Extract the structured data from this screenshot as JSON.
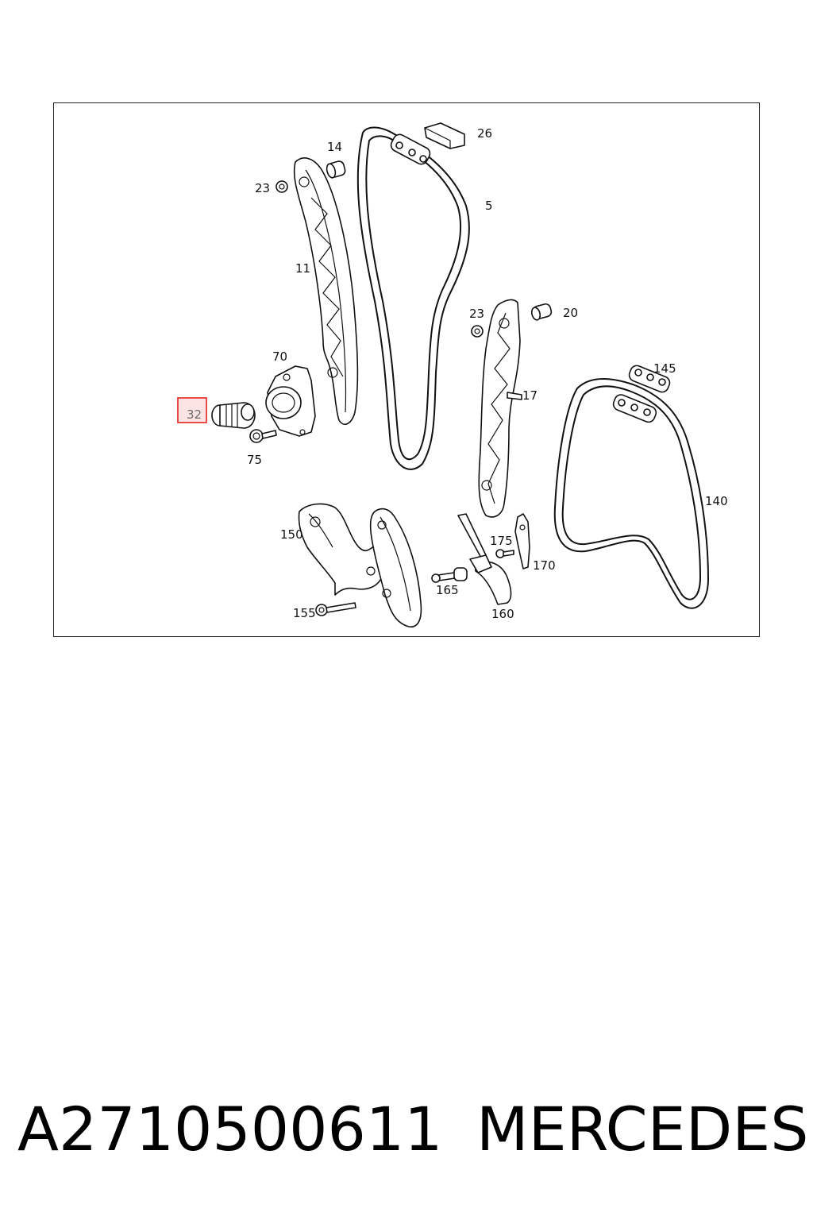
{
  "diagram": {
    "labels": {
      "p5": "5",
      "p11": "11",
      "p14": "14",
      "p17": "17",
      "p20": "20",
      "p23a": "23",
      "p23b": "23",
      "p26": "26",
      "p32": "32",
      "p70": "70",
      "p75": "75",
      "p140": "140",
      "p145": "145",
      "p150": "150",
      "p155": "155",
      "p160": "160",
      "p165": "165",
      "p170": "170",
      "p175": "175"
    },
    "highlighted_part": "32",
    "highlight_color": "#e53935",
    "highlight_fill": "#fde4e4"
  },
  "footer": {
    "part_number": "A2710500611",
    "brand": "MERCEDES"
  }
}
